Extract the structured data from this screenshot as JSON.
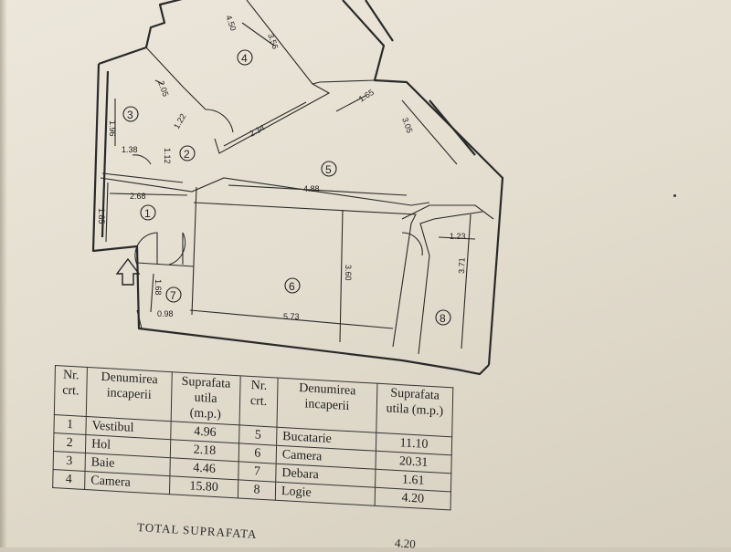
{
  "plan": {
    "rooms": [
      {
        "id": "room-1",
        "number": "1"
      },
      {
        "id": "room-2",
        "number": "2"
      },
      {
        "id": "room-3",
        "number": "3"
      },
      {
        "id": "room-4",
        "number": "4"
      },
      {
        "id": "room-5",
        "number": "5"
      },
      {
        "id": "room-6",
        "number": "6"
      },
      {
        "id": "room-7",
        "number": "7"
      },
      {
        "id": "room-8",
        "number": "8"
      }
    ],
    "dimensions": [
      "4.50",
      "3.56",
      "2.05",
      "1.96",
      "1.22",
      "1.38",
      "1.12",
      "1.65",
      "2.34",
      "3.05",
      "2.68",
      "4.88",
      "1.85",
      "1.23",
      "3.60",
      "3.71",
      "1.68",
      "0.98",
      "5.73"
    ],
    "entrance_icon": "entrance-arrow-icon"
  },
  "table": {
    "headers": {
      "nr": "Nr. crt.",
      "name": "Denumirea incaperii",
      "area": "Suprafata utila (m.p.)"
    },
    "left_rows": [
      {
        "nr": "1",
        "name": "Vestibul",
        "area": "4.96"
      },
      {
        "nr": "2",
        "name": "Hol",
        "area": "2.18"
      },
      {
        "nr": "3",
        "name": "Baie",
        "area": "4.46"
      },
      {
        "nr": "4",
        "name": "Camera",
        "area": "15.80"
      }
    ],
    "right_rows": [
      {
        "nr": "5",
        "name": "Bucatarie",
        "area": "11.10"
      },
      {
        "nr": "6",
        "name": "Camera",
        "area": "20.31"
      },
      {
        "nr": "7",
        "name": "Debara",
        "area": "1.61"
      },
      {
        "nr": "8",
        "name": "Logie",
        "area": "4.20"
      }
    ]
  },
  "footer": {
    "total_label": "TOTAL SUPRAFATA",
    "total_value": "4.20"
  }
}
